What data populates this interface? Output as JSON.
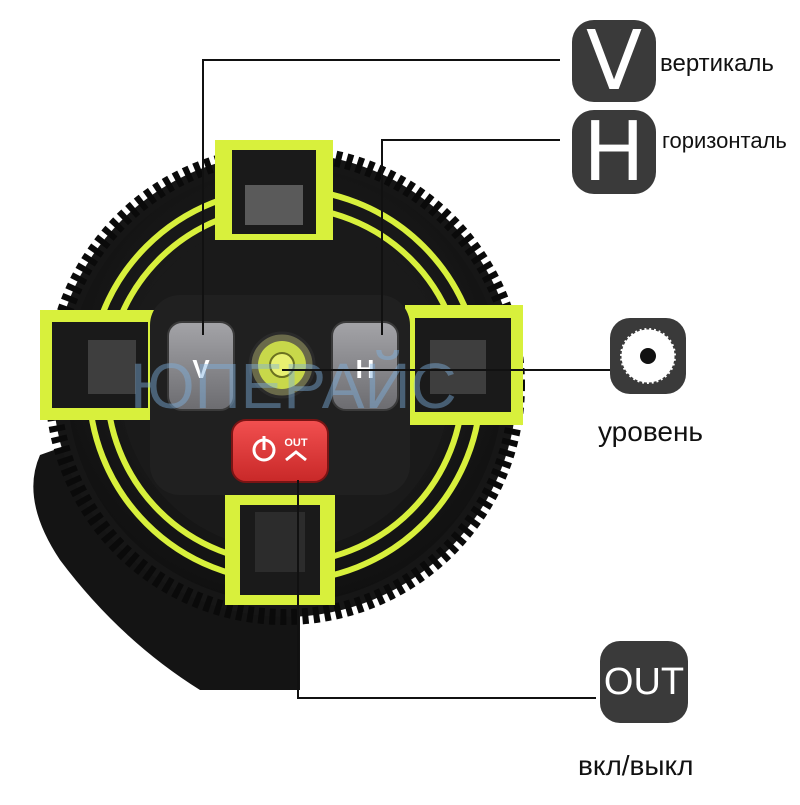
{
  "callouts": {
    "vertical": {
      "key": "V",
      "label": "вертикаль"
    },
    "horizontal": {
      "key": "H",
      "label": "горизонталь"
    },
    "level": {
      "label": "уровень"
    },
    "power": {
      "key": "OUT",
      "label": "вкл/выкл"
    }
  },
  "device": {
    "button_v": "V",
    "button_h": "H",
    "button_power": "OUT"
  },
  "watermark": "ЮПЕРАЙС",
  "colors": {
    "body": "#1c1c1c",
    "accent_yellow": "#d8f03c",
    "button_gray": "#8a8a8e",
    "power_red": "#e23c3c",
    "badge": "#3a3a3a",
    "watermark_blue": "#7fb2e0"
  }
}
